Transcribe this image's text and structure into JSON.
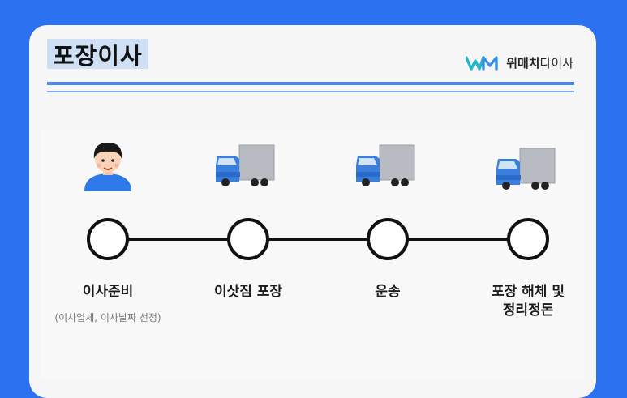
{
  "header": {
    "title": "포장이사",
    "logo_bold": "위매치",
    "logo_light": "다이사"
  },
  "colors": {
    "background": "#2b71f0",
    "accent": "#4a86ec",
    "title_highlight": "#cfe0f5",
    "logo_teal": "#22b7c7"
  },
  "steps": [
    {
      "label": "이사준비",
      "sub": "(이사업체, 이사날짜 선정)",
      "icon": "person-icon"
    },
    {
      "label": "이삿짐 포장",
      "sub": "",
      "icon": "truck-icon"
    },
    {
      "label": "운송",
      "sub": "",
      "icon": "truck-icon"
    },
    {
      "label": "포장 해체 및 정리정돈",
      "label_line1": "포장 해체 및",
      "label_line2": "정리정돈",
      "sub": "",
      "icon": "truck-icon"
    }
  ]
}
